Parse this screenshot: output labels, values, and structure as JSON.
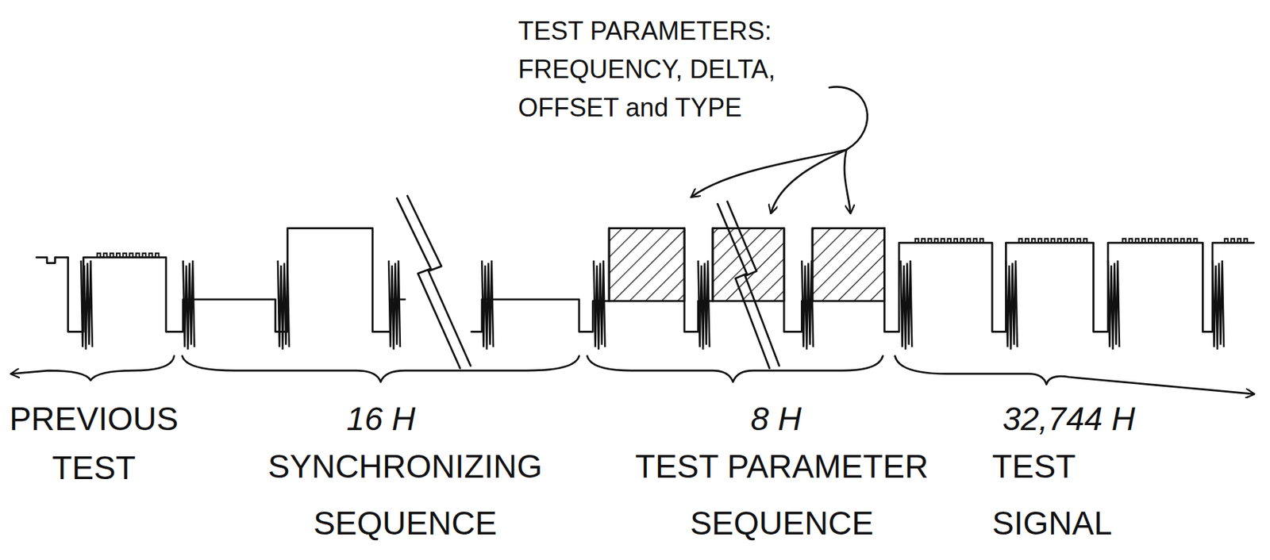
{
  "diagram": {
    "labels": [
      "TEST PARAMETERS: FREQUENCY, DELTA, OFFSET and TYPE",
      "PREVIOUS TEST",
      "16 H",
      "SYNCHRONIZING SEQUENCE",
      "8 H",
      "TEST PARAMETER SEQUENCE",
      "32,744 H",
      "TEST SIGNAL"
    ]
  }
}
